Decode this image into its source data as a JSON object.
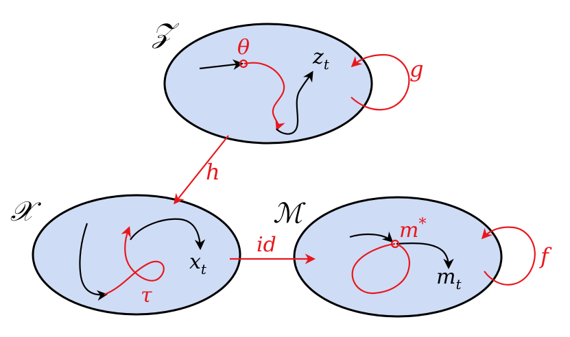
{
  "sets": {
    "z": {
      "name": "𝒵"
    },
    "x": {
      "name": "𝒳"
    },
    "m": {
      "name": "ℳ"
    }
  },
  "points": {
    "theta": "θ",
    "z_t": {
      "base": "z",
      "sub": "t"
    },
    "x_t": {
      "base": "x",
      "sub": "t"
    },
    "tau": "τ",
    "m_star": {
      "base": "m",
      "sup": "*"
    },
    "m_t": {
      "base": "m",
      "sub": "t"
    }
  },
  "maps": {
    "g": "g",
    "f": "f",
    "h": "h",
    "id": "id"
  },
  "colors": {
    "ellipse_fill": "#cfdcf5",
    "ellipse_stroke": "#000000",
    "accent_red": "#e8171c",
    "trajectory_black": "#000000"
  }
}
